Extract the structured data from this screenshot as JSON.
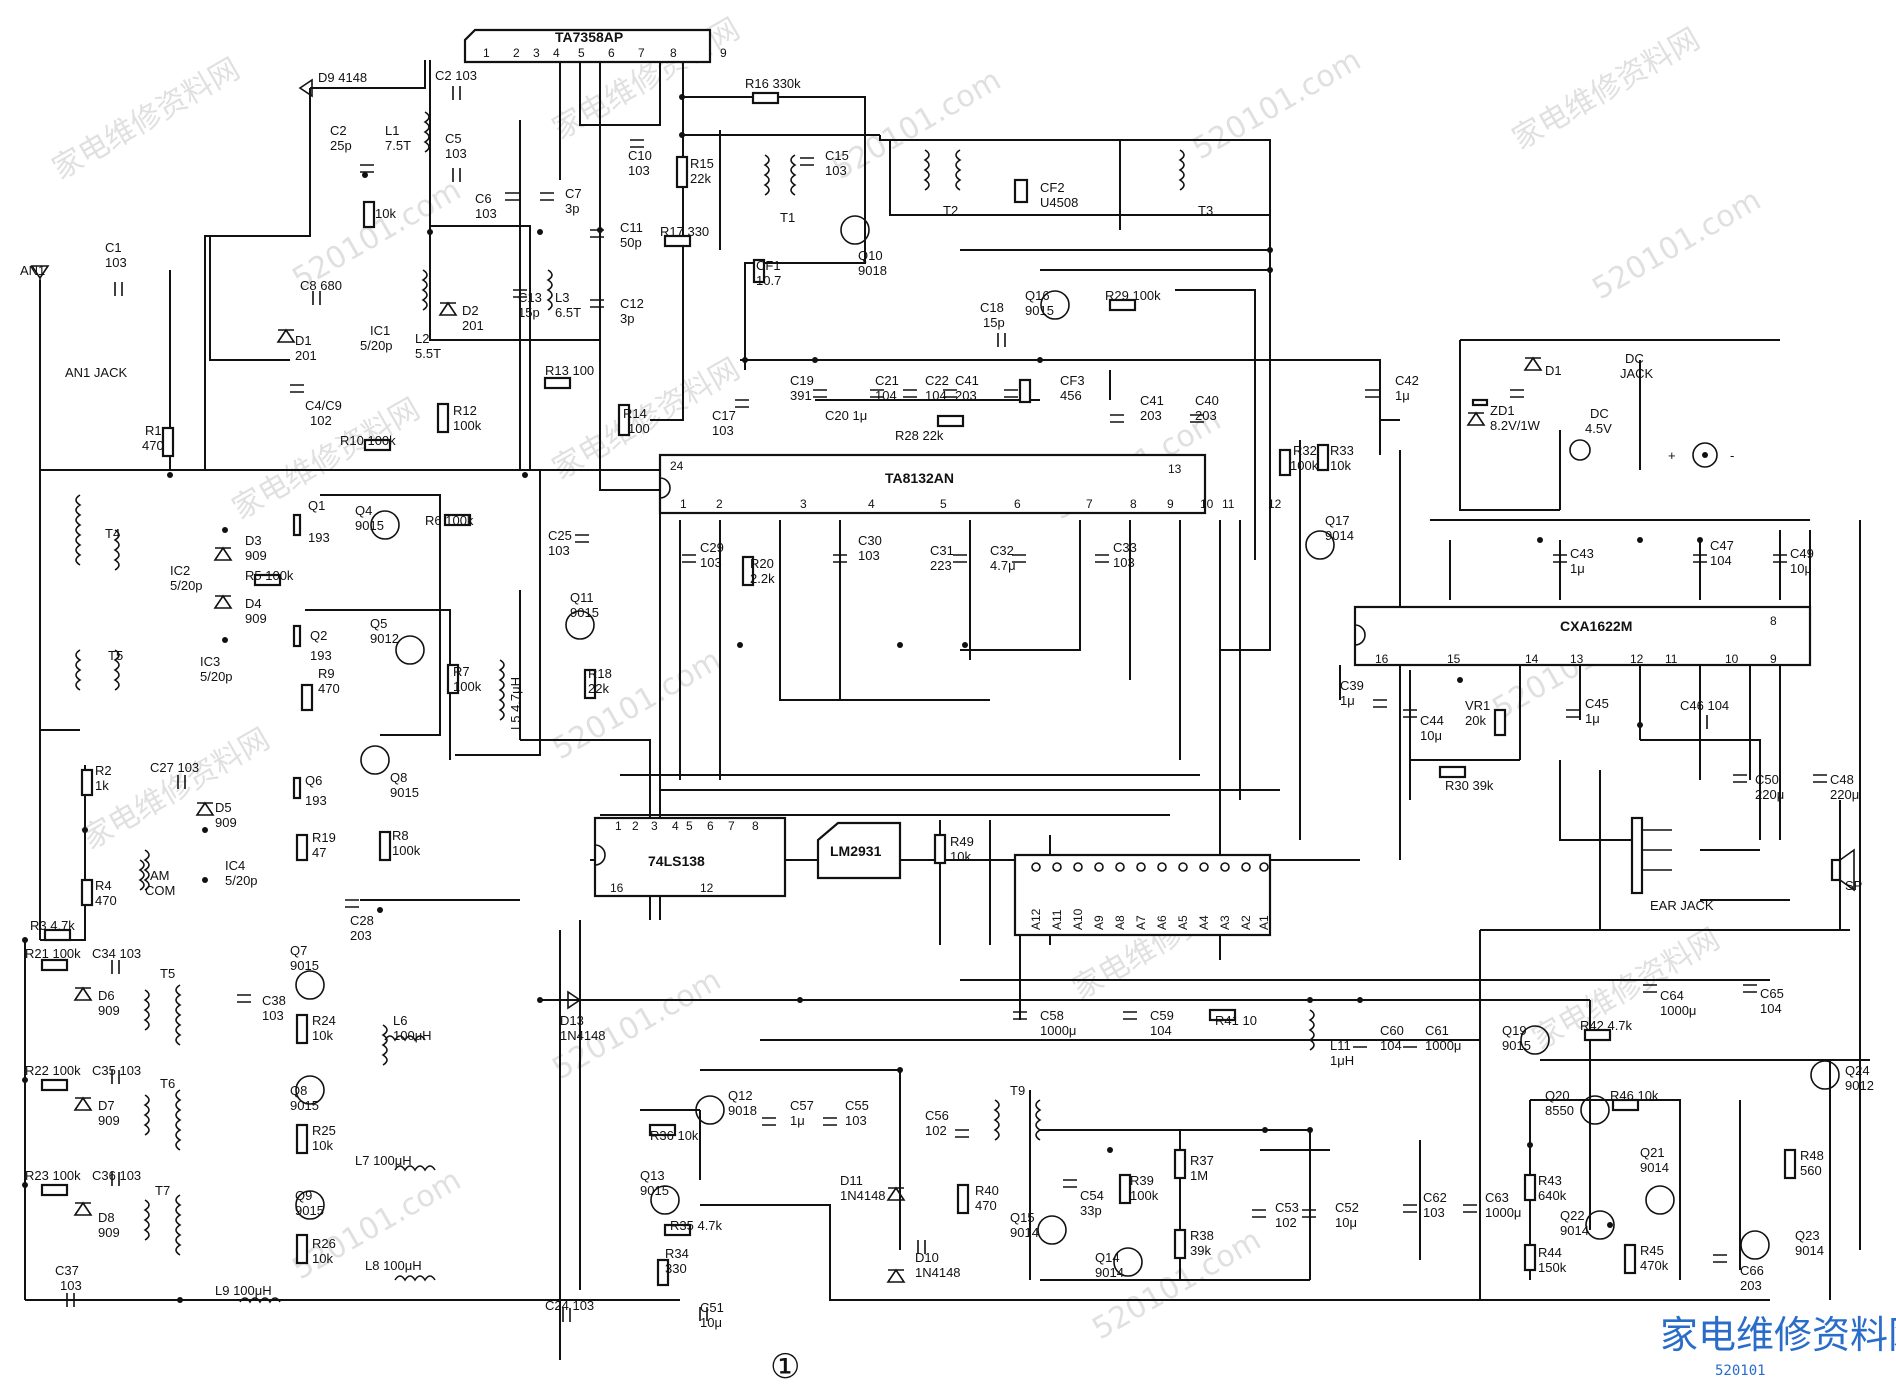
{
  "chips": {
    "ta7358": "TA7358AP",
    "ta8132": "TA8132AN",
    "cxa1622": "CXA1622M",
    "ls138": "74LS138",
    "lm2931": "LM2931"
  },
  "ta7358_pins": [
    "1",
    "2",
    "3",
    "4",
    "5",
    "6",
    "7",
    "8",
    "9"
  ],
  "ta8132_pins_top": [
    "24",
    "13"
  ],
  "ta8132_pins_bottom": [
    "1",
    "2",
    "3",
    "4",
    "5",
    "6",
    "7",
    "8",
    "9",
    "10",
    "11",
    "12"
  ],
  "cxa1622_pins": [
    "16",
    "15",
    "14",
    "13",
    "12",
    "11",
    "10",
    "9",
    "8"
  ],
  "ls138_pins": [
    "1",
    "2",
    "3",
    "4",
    "5",
    "6",
    "7",
    "8",
    "16",
    "12"
  ],
  "address_pins": [
    "A12",
    "A11",
    "A10",
    "A9",
    "A8",
    "A7",
    "A6",
    "A5",
    "A4",
    "A3",
    "A2",
    "A1"
  ],
  "labels": {
    "d9": "D9 4148",
    "c2a": "C2 103",
    "c2b": "C2",
    "c2b_v": "25p",
    "l1": "L1",
    "l1_v": "7.5T",
    "c5": "C5",
    "c5_v": "103",
    "c6": "C6",
    "c6_v": "103",
    "c7": "C7",
    "c7_v": "3p",
    "r10k": "10k",
    "an1": "AN1",
    "c1": "C1",
    "c1_v": "103",
    "an1jack": "AN1 JACK",
    "r1": "R1",
    "r1_v": "470",
    "c8": "C8 680",
    "d1": "D1",
    "d1_v": "201",
    "ic1": "IC1",
    "ic1_v": "5/20p",
    "l2": "L2",
    "l2_v": "5.5T",
    "d2": "D2",
    "d2_v": "201",
    "c13": "C13",
    "c13_v": "15p",
    "l3": "L3",
    "l3_v": "6.5T",
    "c4c9": "C4/C9",
    "c4c9_v": "102",
    "r13": "R13 100",
    "r12": "R12",
    "r12_v": "100k",
    "r10": "R10 100k",
    "r14": "R14",
    "r14_v": "100",
    "c11": "C11",
    "c11_v": "50p",
    "c12": "C12",
    "c12_v": "3p",
    "r17": "R17 330",
    "cf1": "CF1",
    "cf1_v": "10.7",
    "r16": "R16 330k",
    "c10": "C10",
    "c10_v": "103",
    "r15": "R15",
    "r15_v": "22k",
    "t1": "T1",
    "c15": "C15",
    "c15_v": "103",
    "q10": "Q10",
    "q10_v": "9018",
    "t2": "T2",
    "cf2": "CF2",
    "cf2_v": "U4508",
    "t3": "T3",
    "c18": "C18",
    "c18_v": "15p",
    "q16": "Q16",
    "q16_v": "9015",
    "r29": "R29 100k",
    "c19": "C19",
    "c19_v": "391",
    "c20": "C20 1μ",
    "c21": "C21",
    "c21_v": "104",
    "c22": "C22",
    "c22_v": "104",
    "c41a": "C41",
    "c41a_v": "203",
    "cf3": "CF3",
    "cf3_v": "456",
    "r28": "R28 22k",
    "c17": "C17",
    "c17_v": "103",
    "c41b": "C41",
    "c41b_v": "203",
    "c40": "C40",
    "c40_v": "203",
    "c42": "C42",
    "c42_v": "1μ",
    "r32": "R32",
    "r32_v": "100k",
    "r33": "R33",
    "r33_v": "10k",
    "q17": "Q17",
    "q17_v": "9014",
    "d1b": "D1",
    "zd1": "ZD1",
    "zd1_v": "8.2V/1W",
    "dc": "DC",
    "dc_v": "4.5V",
    "dcjack": "DC",
    "dcjack_v": "JACK",
    "t4": "T4",
    "ic2": "IC2",
    "ic2_v": "5/20p",
    "d3": "D3",
    "d3_v": "909",
    "d4": "D4",
    "d4_v": "909",
    "r5": "R5 100k",
    "q1": "Q1",
    "q1_v": "193",
    "q4": "Q4",
    "q4_v": "9015",
    "r6": "R6 100k",
    "q2": "Q2",
    "q2_v": "193",
    "q5": "Q5",
    "q5_v": "9012",
    "r7": "R7",
    "r7_v": "100k",
    "t5a": "T5",
    "ic3": "IC3",
    "ic3_v": "5/20p",
    "r9": "R9",
    "r9_v": "470",
    "c25": "C25",
    "c25_v": "103",
    "l5": "L5 4.7μH",
    "q11": "Q11",
    "q11_v": "9015",
    "r18": "R18",
    "r18_v": "22k",
    "c29": "C29",
    "c29_v": "103",
    "r20": "R20",
    "r20_v": "2.2k",
    "c30": "C30",
    "c30_v": "103",
    "c31": "C31",
    "c31_v": "223",
    "c32": "C32",
    "c32_v": "4.7μ",
    "c33": "C33",
    "c33_v": "103",
    "c43": "C43",
    "c43_v": "1μ",
    "c47": "C47",
    "c47_v": "104",
    "c49": "C49",
    "c49_v": "10μ",
    "c39": "C39",
    "c39_v": "1μ",
    "c44": "C44",
    "c44_v": "10μ",
    "vr1": "VR1",
    "vr1_v": "20k",
    "r30": "R30 39k",
    "c45": "C45",
    "c45_v": "1μ",
    "c46": "C46 104",
    "c50": "C50",
    "c50_v": "220μ",
    "c48": "C48",
    "c48_v": "220μ",
    "earjack": "EAR JACK",
    "sp": "SP",
    "r2": "R2",
    "r2_v": "1k",
    "c27": "C27 103",
    "d5": "D5",
    "d5_v": "909",
    "q6": "Q6",
    "q6_v": "193",
    "q8": "Q8",
    "q8_v": "9015",
    "amcom": "AM",
    "amcom_v": "COM",
    "ic4": "IC4",
    "ic4_v": "5/20p",
    "r19": "R19",
    "r19_v": "47",
    "r8": "R8",
    "r8_v": "100k",
    "r4": "R4",
    "r4_v": "470",
    "c28": "C28",
    "c28_v": "203",
    "r3": "R3 4.7k",
    "r49": "R49",
    "r49_v": "10k",
    "r21": "R21 100k",
    "c34": "C34 103",
    "d6": "D6",
    "d6_v": "909",
    "t5b": "T5",
    "q7": "Q7",
    "q7_v": "9015",
    "c38": "C38",
    "c38_v": "103",
    "r24": "R24",
    "r24_v": "10k",
    "l6": "L6",
    "l6_v": "100μH",
    "d13": "D13",
    "d13_v": "1N4148",
    "c58": "C58",
    "c58_v": "1000μ",
    "c59": "C59",
    "c59_v": "104",
    "r41": "R41 10",
    "l11": "L11",
    "l11_v": "1μH",
    "c60": "C60",
    "c60_v": "104",
    "c61": "C61",
    "c61_v": "1000μ",
    "q19": "Q19",
    "q19_v": "9015",
    "r42": "R42 4.7k",
    "c64": "C64",
    "c64_v": "1000μ",
    "c65": "C65",
    "c65_v": "104",
    "r22": "R22 100k",
    "c35": "C35 103",
    "d7": "D7",
    "d7_v": "909",
    "t6": "T6",
    "q8b": "Q8",
    "q8b_v": "9015",
    "r25": "R25",
    "r25_v": "10k",
    "q12": "Q12",
    "q12_v": "9018",
    "c57": "C57",
    "c57_v": "1μ",
    "c55": "C55",
    "c55_v": "103",
    "r36": "R36 10k",
    "c56": "C56",
    "c56_v": "102",
    "t9": "T9",
    "q20": "Q20",
    "q20_v": "8550",
    "r46": "R46 10k",
    "q24": "Q24",
    "q24_v": "9012",
    "r23": "R23 100k",
    "c36": "C36 103",
    "d8": "D8",
    "d8_v": "909",
    "t7": "T7",
    "q9": "Q9",
    "q9_v": "9015",
    "l7": "L7 100μH",
    "r26": "R26",
    "r26_v": "10k",
    "l8": "L8 100μH",
    "q13": "Q13",
    "q13_v": "9015",
    "r35": "R35 4.7k",
    "r34": "R34",
    "r34_v": "330",
    "c51": "C51",
    "c51_v": "10μ",
    "d11": "D11",
    "d11_v": "1N4148",
    "d10": "D10",
    "d10_v": "1N4148",
    "r40": "R40",
    "r40_v": "470",
    "c54": "C54",
    "c54_v": "33p",
    "r39": "R39",
    "r39_v": "100k",
    "r37": "R37",
    "r37_v": "1M",
    "q15": "Q15",
    "q15_v": "9014",
    "q14": "Q14",
    "q14_v": "9014",
    "r38": "R38",
    "r38_v": "39k",
    "c53": "C53",
    "c53_v": "102",
    "c52": "C52",
    "c52_v": "10μ",
    "c62": "C62",
    "c62_v": "103",
    "c63": "C63",
    "c63_v": "1000μ",
    "r43": "R43",
    "r43_v": "640k",
    "q22": "Q22",
    "q22_v": "9014",
    "q21": "Q21",
    "q21_v": "9014",
    "r44": "R44",
    "r44_v": "150k",
    "r45": "R45",
    "r45_v": "470k",
    "r48": "R48",
    "r48_v": "560",
    "c66": "C66",
    "c66_v": "203",
    "q23": "Q23",
    "q23_v": "9014",
    "c37": "C37",
    "c37_v": "103",
    "l9": "L9 100μH",
    "c24": "C24 103",
    "circle_num": "①"
  },
  "watermark": {
    "cn": "家电维修资料网",
    "url": "520101.com",
    "logo": "家电维修资料网",
    "logo_url": "520101"
  }
}
